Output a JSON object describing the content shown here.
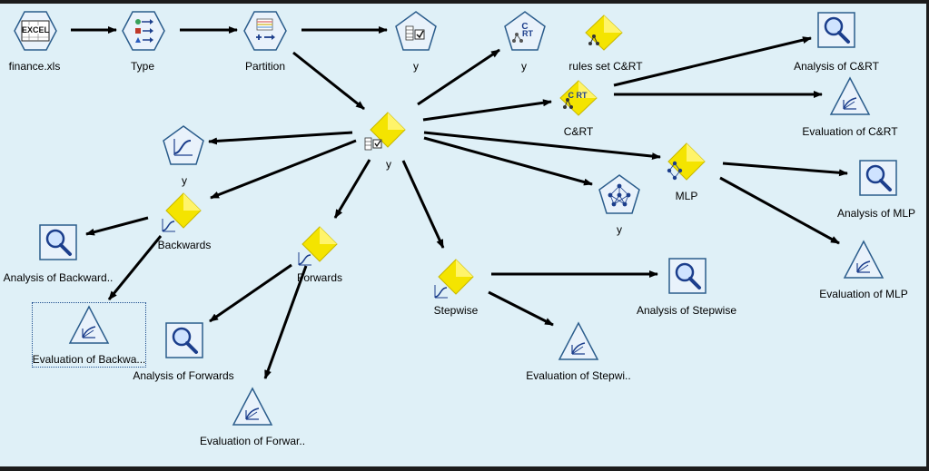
{
  "nodes": {
    "finance_xls": "finance.xls",
    "type": "Type",
    "partition": "Partition",
    "y_table": "y",
    "y_crt_source": "y",
    "rules_set_crt": "rules set C&RT",
    "analysis_crt": "Analysis of C&RT",
    "crt": "C&RT",
    "evaluation_crt": "Evaluation of C&RT",
    "y_center": "y",
    "y_logistic": "y",
    "mlp": "MLP",
    "analysis_mlp": "Analysis of MLP",
    "y_nn": "y",
    "evaluation_mlp": "Evaluation of MLP",
    "backwards": "Backwards",
    "analysis_backwards": "Analysis of Backward..",
    "evaluation_backwards": "Evaluation of Backwa...",
    "forwards": "Forwards",
    "analysis_forwards": "Analysis of Forwards",
    "evaluation_forwards": "Evaluation of Forwar..",
    "stepwise": "Stepwise",
    "analysis_stepwise": "Analysis of Stepwise",
    "evaluation_stepwise": "Evaluation of Stepwi.."
  },
  "icons": {
    "excel_badge": "EXCEL",
    "crt_badge": "C RT"
  },
  "colors": {
    "canvas": "#dff0f7",
    "node_fill": "#e9f2fb",
    "node_stroke": "#2b5d8c",
    "nugget": "#f4e400",
    "link": "#000000"
  }
}
